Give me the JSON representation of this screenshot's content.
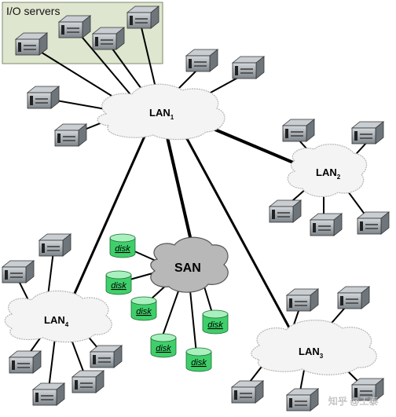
{
  "io_servers_box": {
    "label": "I/O servers",
    "fill": "#dfe6cf",
    "stroke": "#7a8a6a"
  },
  "networks": {
    "lan1": {
      "base": "LAN",
      "sub": "1"
    },
    "lan2": {
      "base": "LAN",
      "sub": "2"
    },
    "lan3": {
      "base": "LAN",
      "sub": "3"
    },
    "lan4": {
      "base": "LAN",
      "sub": "4"
    },
    "san": {
      "label": "SAN"
    }
  },
  "disk_label": "disk",
  "colors": {
    "cloud_fill": "#f4f4f4",
    "cloud_stroke": "#b5b5b5",
    "san_fill": "#b8b8b8",
    "san_stroke": "#555555",
    "disk_fill": "#3fcf6a",
    "disk_top": "#a9f0bf",
    "server_body": "#9ea5ab",
    "line": "#000000"
  },
  "watermark": "知乎 @王泰"
}
